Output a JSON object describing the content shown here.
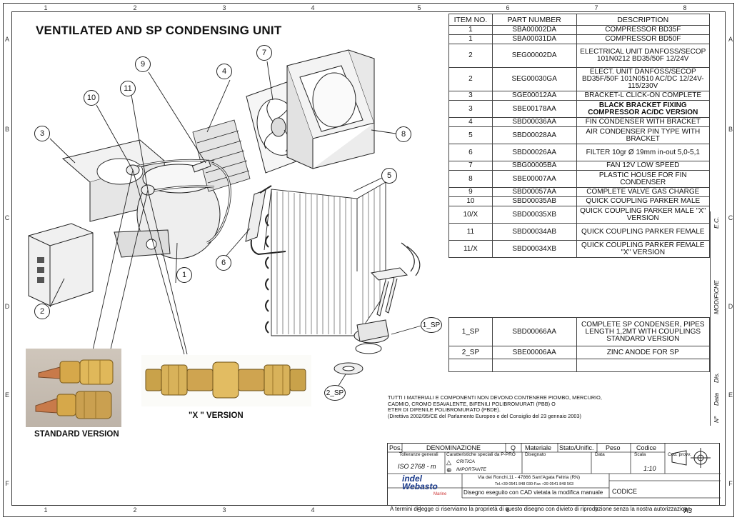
{
  "drawing_title": "VENTILATED AND SP CONDENSING UNIT",
  "border_zones": {
    "columns": [
      "1",
      "2",
      "3",
      "4",
      "5",
      "6",
      "7",
      "8"
    ],
    "rows": [
      "A",
      "B",
      "C",
      "D",
      "E",
      "F"
    ]
  },
  "bom": {
    "headers": [
      "ITEM NO.",
      "PART NUMBER",
      "DESCRIPTION"
    ],
    "rows": [
      {
        "item": "1",
        "part": "SBA00002DA",
        "desc": "COMPRESSOR BD35F"
      },
      {
        "item": "1",
        "part": "SBA00031DA",
        "desc": "COMPRESSOR BD50F"
      },
      {
        "item": "2",
        "part": "SEG00002DA",
        "desc": "ELECTRICAL UNIT DANFOSS/SECOP 101N0212 BD35/50F 12/24V"
      },
      {
        "item": "2",
        "part": "SEG00030GA",
        "desc": "ELECT. UNIT DANFOSS/SECOP BD35F/50F 101N0510 AC/DC 12/24V-115/230V"
      },
      {
        "item": "3",
        "part": "SGE00012AA",
        "desc": "BRACKET-L CLICK-ON COMPLETE"
      },
      {
        "item": "3",
        "part": "SBE00178AA",
        "desc": "BLACK BRACKET FIXING COMPRESSOR AC/DC VERSION"
      },
      {
        "item": "4",
        "part": "SBD00036AA",
        "desc": "FIN CONDENSER WITH BRACKET"
      },
      {
        "item": "5",
        "part": "SBD00028AA",
        "desc": "AIR CONDENSER PIN TYPE WITH BRACKET"
      },
      {
        "item": "6",
        "part": "SBD00026AA",
        "desc": "FILTER 10gr Ø 19mm in-out 5,0-5,1"
      },
      {
        "item": "7",
        "part": "SBG00005BA",
        "desc": "FAN 12V LOW SPEED"
      },
      {
        "item": "8",
        "part": "SBE00007AA",
        "desc": "PLASTIC HOUSE FOR FIN CONDENSER"
      },
      {
        "item": "9",
        "part": "SBD00057AA",
        "desc": "COMPLETE VALVE GAS CHARGE"
      },
      {
        "item": "10",
        "part": "SBD00035AB",
        "desc": "QUICK COUPLING PARKER MALE"
      },
      {
        "item": "10/X",
        "part": "SBD00035XB",
        "desc": "QUICK COUPLING PARKER MALE \"X\" VERSION"
      },
      {
        "item": "11",
        "part": "SBD00034AB",
        "desc": "QUICK COUPLING PARKER FEMALE"
      },
      {
        "item": "11/X",
        "part": "SBD00034XB",
        "desc": "QUICK COUPLING PARKER FEMALE \"X\" VERSION"
      }
    ]
  },
  "bom_sp": {
    "rows": [
      {
        "item": "1_SP",
        "part": "SBD00066AA",
        "desc": "COMPLETE SP CONDENSER, PIPES LENGTH 1,2MT WITH COUPLINGS STANDARD VERSION"
      },
      {
        "item": "2_SP",
        "part": "SBE00006AA",
        "desc": "ZINC ANODE FOR SP"
      }
    ]
  },
  "callouts": [
    "1",
    "2",
    "3",
    "4",
    "5",
    "6",
    "7",
    "8",
    "9",
    "10",
    "11",
    "1_SP",
    "2_SP"
  ],
  "photo_labels": {
    "standard": "STANDARD VERSION",
    "x_version": "\"X \" VERSION"
  },
  "note_lines": [
    "TUTTI I MATERIALI E COMPONENTI NON DEVONO CONTENERE PIOMBO, MERCURIO,",
    "CADMIO, CROMO ESAVALENTE, BIFENILI POLIBROMURATI (PBB) O",
    "ETER DI DIFENILE POLIBROMURATO (PBDE).",
    "(Direttiva 2002/95/CE del Parlamento Europeo e del Consiglio del 23 gennaio 2003)"
  ],
  "side_labels": {
    "ec": "E.C.",
    "modifiche": "MODIFICHE",
    "dis": "Dis.",
    "data": "Data",
    "n": "N°"
  },
  "title_block": {
    "pos": "Pos.",
    "denominazione": "DENOMINAZIONE",
    "q": "Q",
    "materiale": "Materiale",
    "stato": "Stato/Unific.",
    "peso": "Peso",
    "codice": "Codice",
    "tolleranze": "Tolleranze generali",
    "caratteristiche": "Caratteristiche speciali da P-PRO",
    "disegnato": "Disegnato",
    "data": "Data",
    "scala": "Scala",
    "cod_prov": "Cod. provv.",
    "iso": "ISO 2768 - m",
    "critica": "CRITICA",
    "importante": "IMPORTANTE",
    "scale_value": "1:10",
    "address": "Via dei Ronchi,11 - 47866 Sant'Agata Feltria (RN)",
    "phone": "Tel.+39 0541 848 030-Fax +39 0541 848 563",
    "cad_note": "Disegno eseguito con CAD vietata la modifica manuale",
    "codice_label": "CODICE",
    "legal": "A termini di legge ci riserviamo la proprietà di questo disegno con divieto di riproduzione senza la nostra autorizzazione",
    "sheet_size": "A3",
    "logo_line1": "indel",
    "logo_line2": "Webasto",
    "logo_sub": "Marine"
  }
}
